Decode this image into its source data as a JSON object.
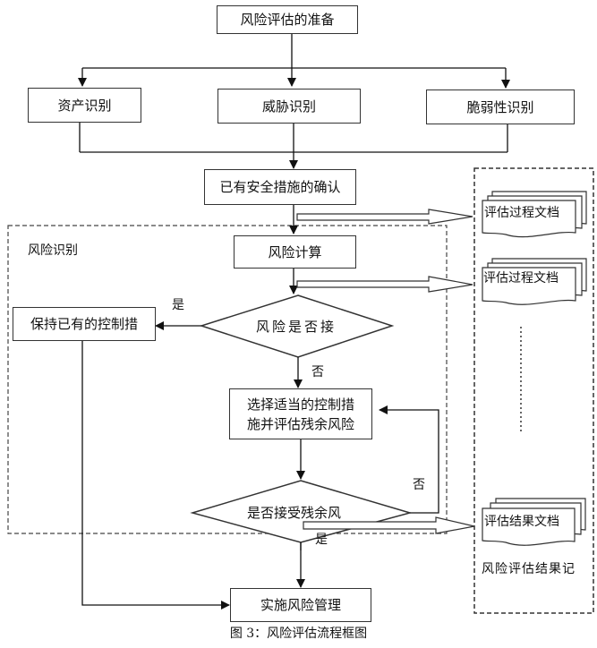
{
  "diagram": {
    "nodes": {
      "prepare": "风险评估的准备",
      "asset_id": "资产识别",
      "threat_id": "威胁识别",
      "vuln_id": "脆弱性识别",
      "existing_measures": "已有安全措施的确认",
      "risk_calc": "风险计算",
      "risk_accept_decision": "风险是否接",
      "keep_controls": "保持已有的控制措",
      "select_controls_line1": "选择适当的控制措",
      "select_controls_line2": "施并评估残余风险",
      "residual_accept_decision": "是否接受残余风",
      "implement": "实施风险管理"
    },
    "labels": {
      "yes_1": "是",
      "no_1": "否",
      "no_2": "否",
      "yes_2": "是"
    },
    "groups": {
      "risk_identification": "风险识别",
      "results_record": "风险评估结果记"
    },
    "documents": [
      "评估过程文档",
      "评估过程文档",
      "评估结果文档"
    ],
    "ellipsis": "⋮"
  },
  "caption": "图 3：风险评估流程框图"
}
